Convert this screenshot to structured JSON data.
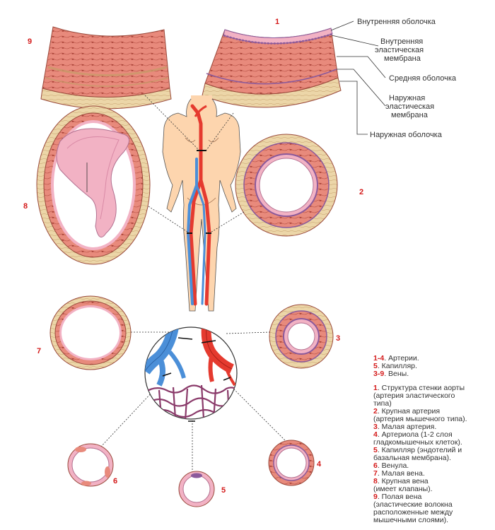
{
  "layer_labels": {
    "inner": "Внутренняя оболочка",
    "iem": [
      "Внутренняя",
      "эластическая",
      "мембрана"
    ],
    "middle": "Средняя оболочка",
    "eem": [
      "Наружная",
      "эластическая",
      "мембрана"
    ],
    "outer": "Наружная оболочка"
  },
  "numbers": [
    "1",
    "2",
    "3",
    "4",
    "5",
    "6",
    "7",
    "8",
    "9"
  ],
  "legend": {
    "groups": [
      {
        "key": "1-4",
        "text": ". Артерии."
      },
      {
        "key": "5",
        "text": ". Капилляр."
      },
      {
        "key": "3-9",
        "text": ". Вены."
      }
    ],
    "items": [
      {
        "key": "1",
        "lines": [
          ". Структура стенки аорты",
          "(артерия эластического",
          "типа)"
        ]
      },
      {
        "key": "2",
        "lines": [
          ". Крупная артерия",
          "(артерия мышечного типа)."
        ]
      },
      {
        "key": "3",
        "lines": [
          ". Малая артерия."
        ]
      },
      {
        "key": "4",
        "lines": [
          ". Артериола (1-2 слоя",
          "гладкомышечных клеток)."
        ]
      },
      {
        "key": "5",
        "lines": [
          ". Капилляр (эндотелий и",
          "базальная мембрана)."
        ]
      },
      {
        "key": "6",
        "lines": [
          ". Венула."
        ]
      },
      {
        "key": "7",
        "lines": [
          ". Малая вена."
        ]
      },
      {
        "key": "8",
        "lines": [
          ". Крупная вена",
          "(имеет клапаны)."
        ]
      },
      {
        "key": "9",
        "lines": [
          ". Полая вена",
          "(эластические волокна",
          "расположенные между",
          "мышечными слоями)."
        ]
      }
    ]
  },
  "colors": {
    "muscle": "#e88a7c",
    "muscle_dark": "#b24b3f",
    "adventitia": "#ecd6a8",
    "intima": "#f2b2c4",
    "elastic": "#8b5a9b",
    "artery": "#e53a2f",
    "vein": "#4b8fd8",
    "skin": "#fdd5ae",
    "capillary": "#8a3a6a"
  }
}
